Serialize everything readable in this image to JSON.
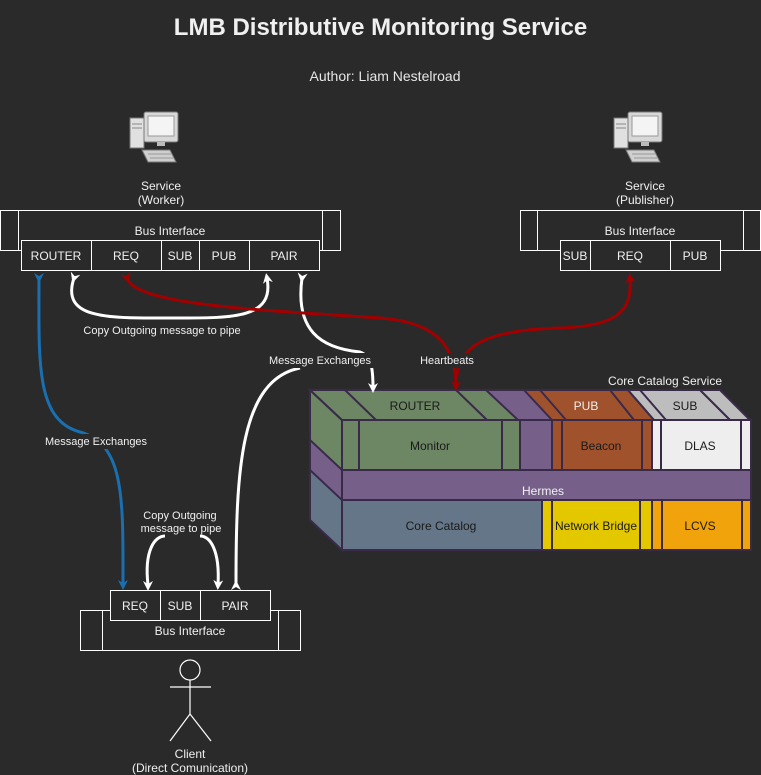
{
  "header": {
    "title": "LMB Distributive Monitoring Service",
    "author": "Author: Liam Nestelroad"
  },
  "worker": {
    "name": "Service",
    "role": "(Worker)",
    "bus_label": "Bus Interface",
    "sockets": [
      "ROUTER",
      "REQ",
      "SUB",
      "PUB",
      "PAIR"
    ]
  },
  "publisher": {
    "name": "Service",
    "role": "(Publisher)",
    "bus_label": "Bus Interface",
    "sockets": [
      "SUB",
      "REQ",
      "PUB"
    ]
  },
  "client": {
    "name": "Client",
    "role": "(Direct Comunication)",
    "bus_label": "Bus Interface",
    "sockets": [
      "REQ",
      "SUB",
      "PAIR"
    ]
  },
  "edge_labels": {
    "copy_outgoing_worker": "Copy Outgoing message to pipe",
    "message_exchanges_pair": "Message Exchanges",
    "heartbeats": "Heartbeats",
    "message_exchanges_router": "Message Exchanges",
    "copy_outgoing_client_1": "Copy Outgoing",
    "copy_outgoing_client_2": "message to pipe"
  },
  "core": {
    "title": "Core Catalog Service",
    "router": "ROUTER",
    "pub": "PUB",
    "sub": "SUB",
    "monitor": "Monitor",
    "beacon": "Beacon",
    "dlas": "DLAS",
    "hermes": "Hermes",
    "core_catalog": "Core Catalog",
    "network_bridge": "Network Bridge",
    "lcvs": "LCVS"
  },
  "colors": {
    "background": "#2a2a2a",
    "line": "#ffffff",
    "heartbeat": "#a20000",
    "exchange_blue": "#1a6fb0",
    "green": "#6d8764",
    "purple": "#76608a",
    "orange": "#a0522d",
    "white_box": "#eeeeee",
    "slate": "#647687",
    "yellow": "#e3c800",
    "amber": "#f0a30a"
  },
  "icons": [
    "computer-icon",
    "computer-icon",
    "stick-figure-icon"
  ]
}
